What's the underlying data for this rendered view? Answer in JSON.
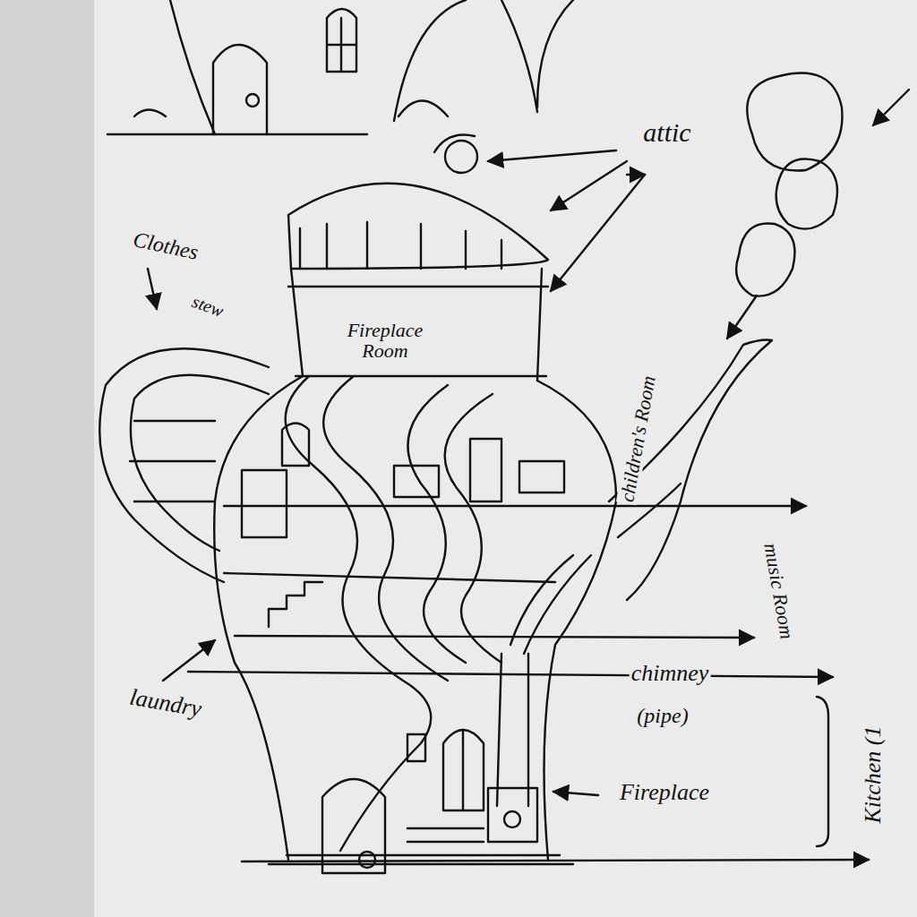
{
  "diagram": {
    "labels": [
      "attic",
      "Clothes",
      "stew",
      "Fireplace Room",
      "children's Room",
      "music Room",
      "chimney",
      "(pipe)",
      "laundry",
      "Fireplace",
      "Kitchen (1"
    ]
  }
}
